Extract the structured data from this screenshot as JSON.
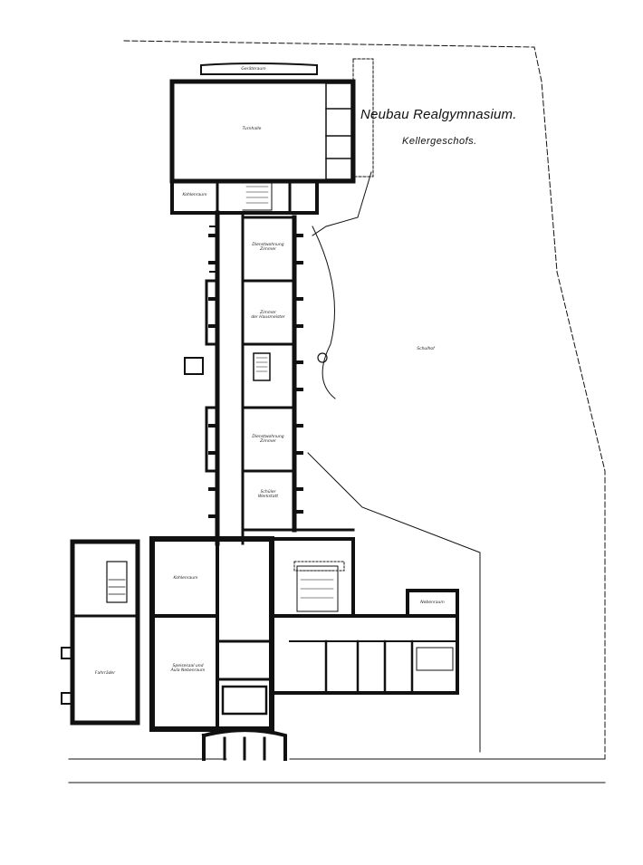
{
  "title": "Neubau Realgymnasium.",
  "subtitle": "Kellergeschofs.",
  "colors": {
    "ink": "#111111",
    "paper": "#ffffff"
  },
  "rooms": {
    "hall": "Turnhalle",
    "stage": "Geräteraum",
    "small_nw": "Kohlenraum",
    "r1": "Dienstwohnung\nZimmer",
    "r2": "Zimmer\nder Hausmeister",
    "r3": "Dienstwohnung\nZimmer",
    "r4": "Schüler\nWerkstatt",
    "courtyard": "Schulhof",
    "west_wing": "Fahrräder",
    "big_w1": "Kohlenraum",
    "big_w2": "Speisesaal und\nAula Nebenraum",
    "east_small": "Nebenraum"
  }
}
